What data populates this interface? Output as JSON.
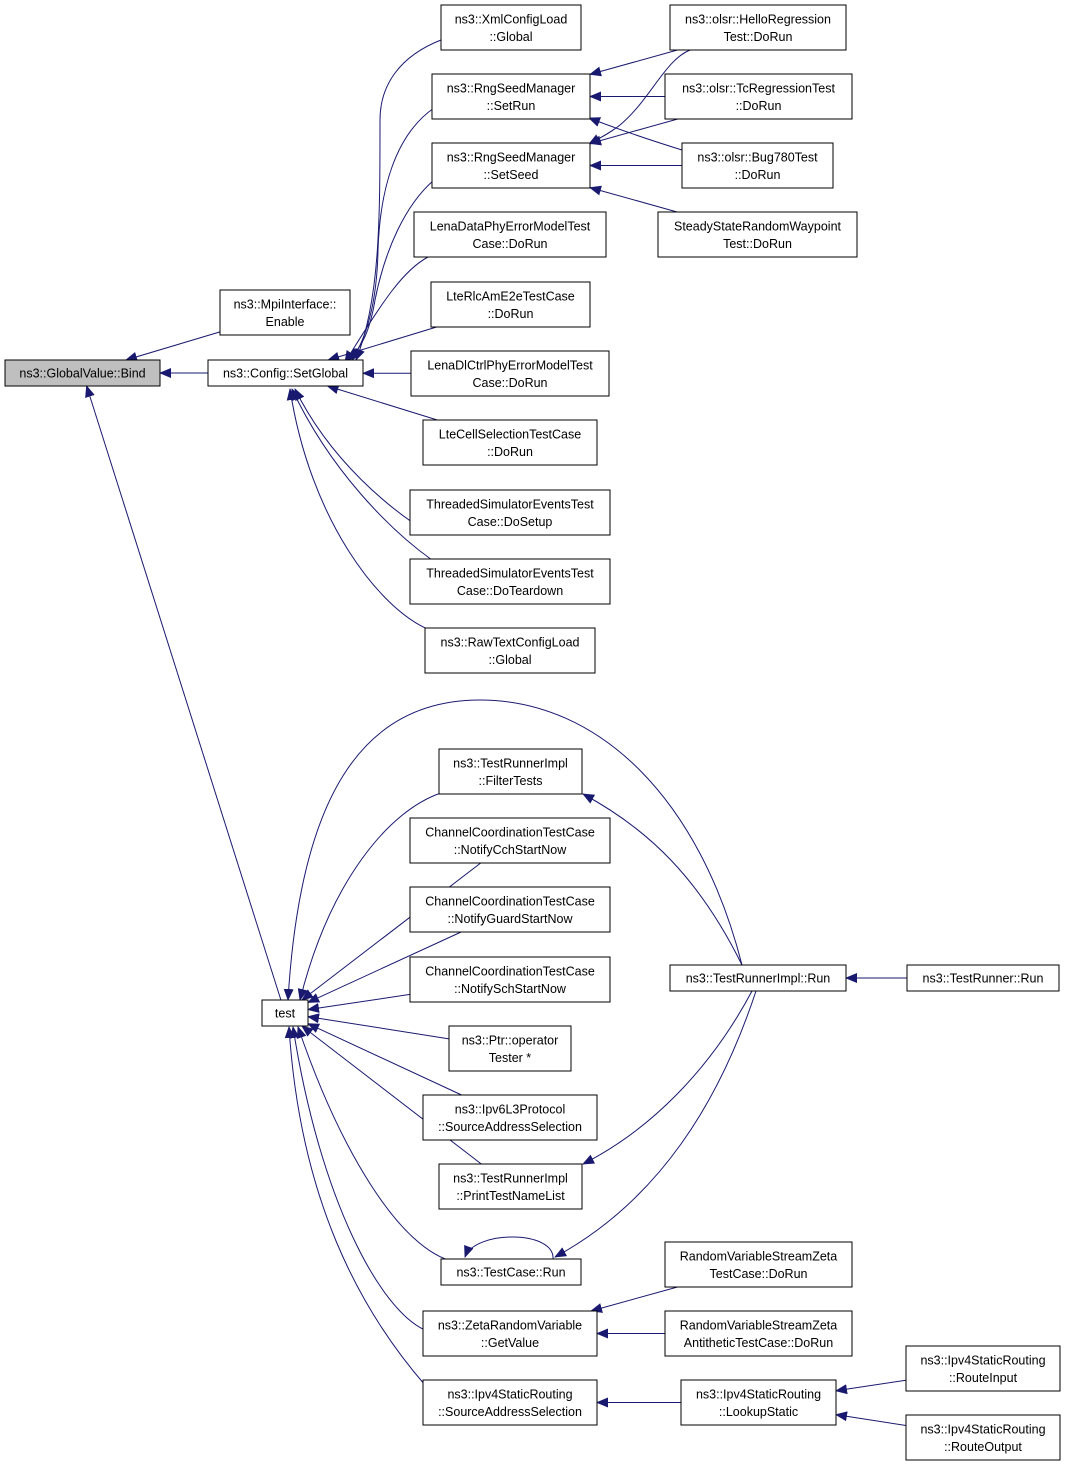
{
  "diagram": {
    "colors": {
      "edge": "#191970",
      "node_border": "#000000",
      "root_fill": "#bfbfbf",
      "node_fill": "#ffffff"
    },
    "nodes": [
      {
        "id": "bind",
        "lines": [
          "ns3::GlobalValue::Bind"
        ],
        "root": true
      },
      {
        "id": "mpi",
        "lines": [
          "ns3::MpiInterface::",
          "Enable"
        ]
      },
      {
        "id": "setglobal",
        "lines": [
          "ns3::Config::SetGlobal"
        ]
      },
      {
        "id": "test",
        "lines": [
          "test"
        ]
      },
      {
        "id": "xmlcfg",
        "lines": [
          "ns3::XmlConfigLoad",
          "::Global"
        ]
      },
      {
        "id": "setrun",
        "lines": [
          "ns3::RngSeedManager",
          "::SetRun"
        ]
      },
      {
        "id": "setseed",
        "lines": [
          "ns3::RngSeedManager",
          "::SetSeed"
        ]
      },
      {
        "id": "lenadata",
        "lines": [
          "LenaDataPhyErrorModelTest",
          "Case::DoRun"
        ]
      },
      {
        "id": "lterlc",
        "lines": [
          "LteRlcAmE2eTestCase",
          "::DoRun"
        ]
      },
      {
        "id": "lenadl",
        "lines": [
          "LenaDlCtrlPhyErrorModelTest",
          "Case::DoRun"
        ]
      },
      {
        "id": "ltecell",
        "lines": [
          "LteCellSelectionTestCase",
          "::DoRun"
        ]
      },
      {
        "id": "thrsetup",
        "lines": [
          "ThreadedSimulatorEventsTest",
          "Case::DoSetup"
        ]
      },
      {
        "id": "thrteardown",
        "lines": [
          "ThreadedSimulatorEventsTest",
          "Case::DoTeardown"
        ]
      },
      {
        "id": "rawcfg",
        "lines": [
          "ns3::RawTextConfigLoad",
          "::Global"
        ]
      },
      {
        "id": "hello",
        "lines": [
          "ns3::olsr::HelloRegression",
          "Test::DoRun"
        ]
      },
      {
        "id": "tcreg",
        "lines": [
          "ns3::olsr::TcRegressionTest",
          "::DoRun"
        ]
      },
      {
        "id": "bug780",
        "lines": [
          "ns3::olsr::Bug780Test",
          "::DoRun"
        ]
      },
      {
        "id": "steady",
        "lines": [
          "SteadyStateRandomWaypoint",
          "Test::DoRun"
        ]
      },
      {
        "id": "filtertests",
        "lines": [
          "ns3::TestRunnerImpl",
          "::FilterTests"
        ]
      },
      {
        "id": "chcch",
        "lines": [
          "ChannelCoordinationTestCase",
          "::NotifyCchStartNow"
        ]
      },
      {
        "id": "chguard",
        "lines": [
          "ChannelCoordinationTestCase",
          "::NotifyGuardStartNow"
        ]
      },
      {
        "id": "chsch",
        "lines": [
          "ChannelCoordinationTestCase",
          "::NotifySchStartNow"
        ]
      },
      {
        "id": "ptrop",
        "lines": [
          "ns3::Ptr::operator",
          "Tester *"
        ]
      },
      {
        "id": "ipv6l3",
        "lines": [
          "ns3::Ipv6L3Protocol",
          "::SourceAddressSelection"
        ]
      },
      {
        "id": "printtest",
        "lines": [
          "ns3::TestRunnerImpl",
          "::PrintTestNameList"
        ]
      },
      {
        "id": "tcrun",
        "lines": [
          "ns3::TestCase::Run"
        ]
      },
      {
        "id": "zetaget",
        "lines": [
          "ns3::ZetaRandomVariable",
          "::GetValue"
        ]
      },
      {
        "id": "ipv4src",
        "lines": [
          "ns3::Ipv4StaticRouting",
          "::SourceAddressSelection"
        ]
      },
      {
        "id": "trirun",
        "lines": [
          "ns3::TestRunnerImpl::Run"
        ]
      },
      {
        "id": "trrun",
        "lines": [
          "ns3::TestRunner::Run"
        ]
      },
      {
        "id": "zetatc",
        "lines": [
          "RandomVariableStreamZeta",
          "TestCase::DoRun"
        ]
      },
      {
        "id": "zetaanti",
        "lines": [
          "RandomVariableStreamZeta",
          "AntitheticTestCase::DoRun"
        ]
      },
      {
        "id": "lookup",
        "lines": [
          "ns3::Ipv4StaticRouting",
          "::LookupStatic"
        ]
      },
      {
        "id": "routein",
        "lines": [
          "ns3::Ipv4StaticRouting",
          "::RouteInput"
        ]
      },
      {
        "id": "routeout",
        "lines": [
          "ns3::Ipv4StaticRouting",
          "::RouteOutput"
        ]
      }
    ],
    "edges": [
      {
        "from": "mpi",
        "to": "bind"
      },
      {
        "from": "setglobal",
        "to": "bind"
      },
      {
        "from": "test",
        "to": "bind"
      },
      {
        "from": "xmlcfg",
        "to": "setglobal"
      },
      {
        "from": "setrun",
        "to": "setglobal"
      },
      {
        "from": "setseed",
        "to": "setglobal"
      },
      {
        "from": "lenadata",
        "to": "setglobal"
      },
      {
        "from": "lterlc",
        "to": "setglobal"
      },
      {
        "from": "lenadl",
        "to": "setglobal"
      },
      {
        "from": "ltecell",
        "to": "setglobal"
      },
      {
        "from": "thrsetup",
        "to": "setglobal"
      },
      {
        "from": "thrteardown",
        "to": "setglobal"
      },
      {
        "from": "rawcfg",
        "to": "setglobal"
      },
      {
        "from": "hello",
        "to": "setrun"
      },
      {
        "from": "tcreg",
        "to": "setrun"
      },
      {
        "from": "bug780",
        "to": "setrun"
      },
      {
        "from": "hello",
        "to": "setseed"
      },
      {
        "from": "tcreg",
        "to": "setseed"
      },
      {
        "from": "bug780",
        "to": "setseed"
      },
      {
        "from": "steady",
        "to": "setseed"
      },
      {
        "from": "filtertests",
        "to": "test"
      },
      {
        "from": "chcch",
        "to": "test"
      },
      {
        "from": "chguard",
        "to": "test"
      },
      {
        "from": "chsch",
        "to": "test"
      },
      {
        "from": "ptrop",
        "to": "test"
      },
      {
        "from": "ipv6l3",
        "to": "test"
      },
      {
        "from": "printtest",
        "to": "test"
      },
      {
        "from": "tcrun",
        "to": "test"
      },
      {
        "from": "zetaget",
        "to": "test"
      },
      {
        "from": "ipv4src",
        "to": "test"
      },
      {
        "from": "trirun",
        "to": "test"
      },
      {
        "from": "trirun",
        "to": "filtertests"
      },
      {
        "from": "trirun",
        "to": "printtest"
      },
      {
        "from": "trirun",
        "to": "tcrun"
      },
      {
        "from": "tcrun",
        "to": "tcrun"
      },
      {
        "from": "trrun",
        "to": "trirun"
      },
      {
        "from": "zetatc",
        "to": "zetaget"
      },
      {
        "from": "zetaanti",
        "to": "zetaget"
      },
      {
        "from": "lookup",
        "to": "ipv4src"
      },
      {
        "from": "routein",
        "to": "lookup"
      },
      {
        "from": "routeout",
        "to": "lookup"
      }
    ]
  }
}
